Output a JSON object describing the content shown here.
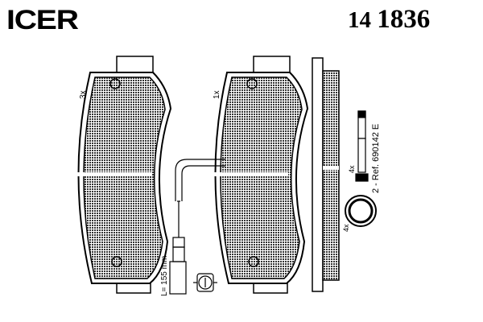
{
  "brand": "ICER",
  "part_number": {
    "prefix": "14",
    "number": "1836"
  },
  "labels": {
    "left_pad_qty": "3x",
    "right_pad_qty": "1x",
    "cable_length": "L= 155 mm",
    "pin_qty": "4x",
    "ring_qty": "4x",
    "accessory_ref": "2 - Ref. 690142 E"
  }
}
